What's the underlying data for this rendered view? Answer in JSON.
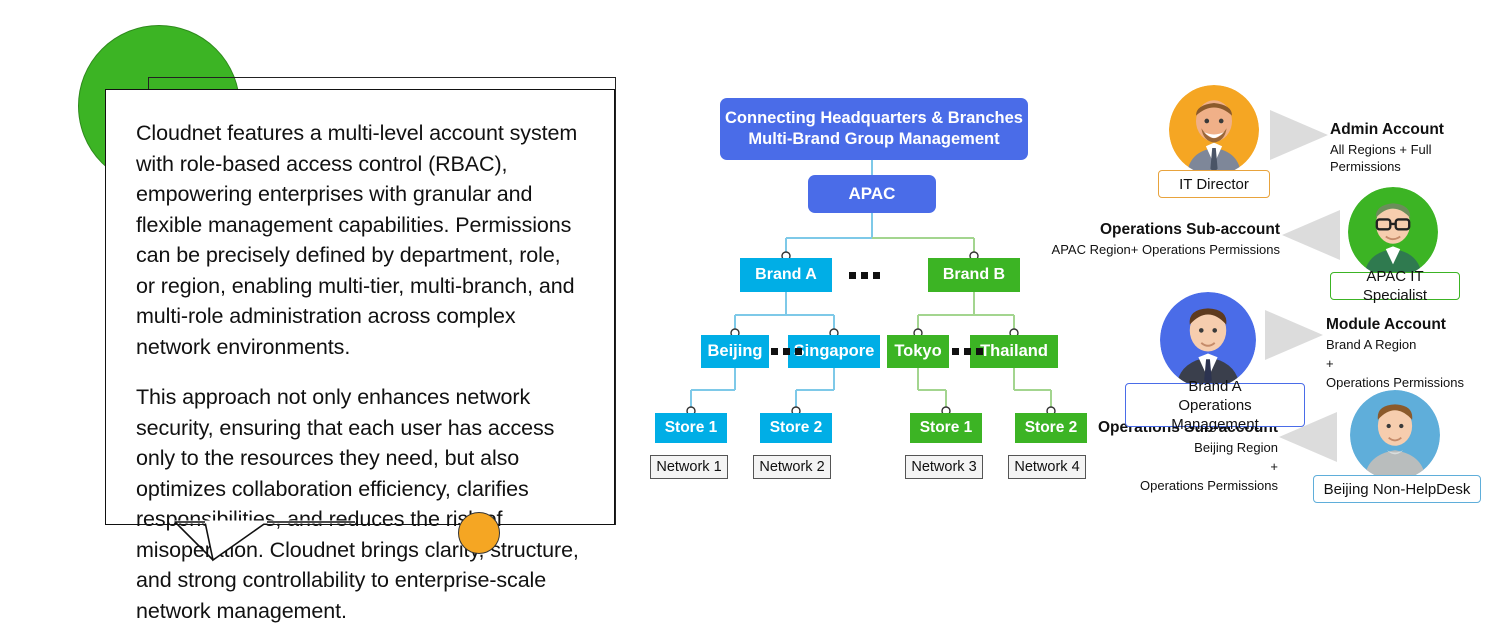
{
  "callout": {
    "paragraphs": [
      "Cloudnet features a multi-level account system with role-based access control (RBAC), empowering enterprises with granular and flexible management capabilities. Permissions can be precisely defined by department, role, or region, enabling multi-tier, multi-branch, and multi-role administration across complex network environments.",
      "This approach not only enhances network security, ensuring that each user has access only to the resources they need, but also optimizes collaboration efficiency, clarifies responsibilities, and reduces the risk of misoperation. Cloudnet brings clarity, structure, and strong controllability to enterprise-scale network management."
    ]
  },
  "tree": {
    "headquarters": {
      "line1": "Connecting Headquarters & Branches",
      "line2": "Multi-Brand Group Management",
      "color": "#4A6CE8"
    },
    "region": {
      "label": "APAC",
      "color": "#4A6CE8"
    },
    "brands": [
      {
        "label": "Brand A",
        "color": "#00AEE6"
      },
      {
        "label": "Brand B",
        "color": "#3CB424"
      }
    ],
    "cities": [
      {
        "label": "Beijing",
        "color": "#00AEE6"
      },
      {
        "label": "Singapore",
        "color": "#00AEE6"
      },
      {
        "label": "Tokyo",
        "color": "#3CB424"
      },
      {
        "label": "Thailand",
        "color": "#3CB424"
      }
    ],
    "stores": [
      {
        "label": "Store 1",
        "color": "#00AEE6"
      },
      {
        "label": "Store 2",
        "color": "#00AEE6"
      },
      {
        "label": "Store 1",
        "color": "#3CB424"
      },
      {
        "label": "Store 2",
        "color": "#3CB424"
      }
    ],
    "networks": [
      {
        "label": "Network 1"
      },
      {
        "label": "Network 2"
      },
      {
        "label": "Network 3"
      },
      {
        "label": "Network 4"
      }
    ],
    "ellipsis": "..."
  },
  "accounts": [
    {
      "person": "IT Director",
      "title": "Admin Account",
      "detail_lines": [
        "All Regions + Full Permissions"
      ],
      "avatar_bg": "#F5A623",
      "tag_color": "#E8A33D",
      "arrow_direction": "right"
    },
    {
      "person": "APAC IT Specialist",
      "title": "Operations Sub-account",
      "detail_lines": [
        "APAC Region+ Operations Permissions"
      ],
      "avatar_bg": "#3CB424",
      "tag_color": "#3CB424",
      "arrow_direction": "left"
    },
    {
      "person": "Brand A\nOperations Management",
      "person_line1": "Brand A",
      "person_line2": "Operations Management",
      "title": "Module Account",
      "detail_lines": [
        "Brand A Region",
        "+",
        "Operations Permissions"
      ],
      "avatar_bg": "#4A6CE8",
      "tag_color": "#4A6CE8",
      "arrow_direction": "right"
    },
    {
      "person": "Beijing Non-HelpDesk",
      "title": "Operations Sub-account",
      "detail_lines": [
        "Beijing Region",
        "+",
        "Operations Permissions"
      ],
      "avatar_bg": "#5FAEDA",
      "tag_color": "#5FAEDA",
      "arrow_direction": "left"
    }
  ],
  "decorations": {
    "green_circle_color": "#3CB424",
    "orange_circle_color": "#F5A623"
  }
}
